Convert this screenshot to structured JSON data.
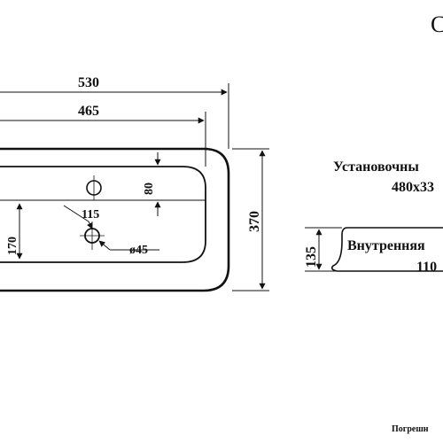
{
  "corner_mark": "С",
  "dimensions": {
    "width_outer": "530",
    "width_inner": "465",
    "height_outer": "370",
    "height_inner": "170",
    "tap_offset": "80",
    "drain_offset": "115",
    "drain_diameter": "ø45",
    "side_height": "135"
  },
  "notes": {
    "install_title": "Установочны",
    "install_size": "480х33",
    "inner_title": "Внутренняя",
    "inner_value": "110"
  },
  "footer": "Погрешн"
}
